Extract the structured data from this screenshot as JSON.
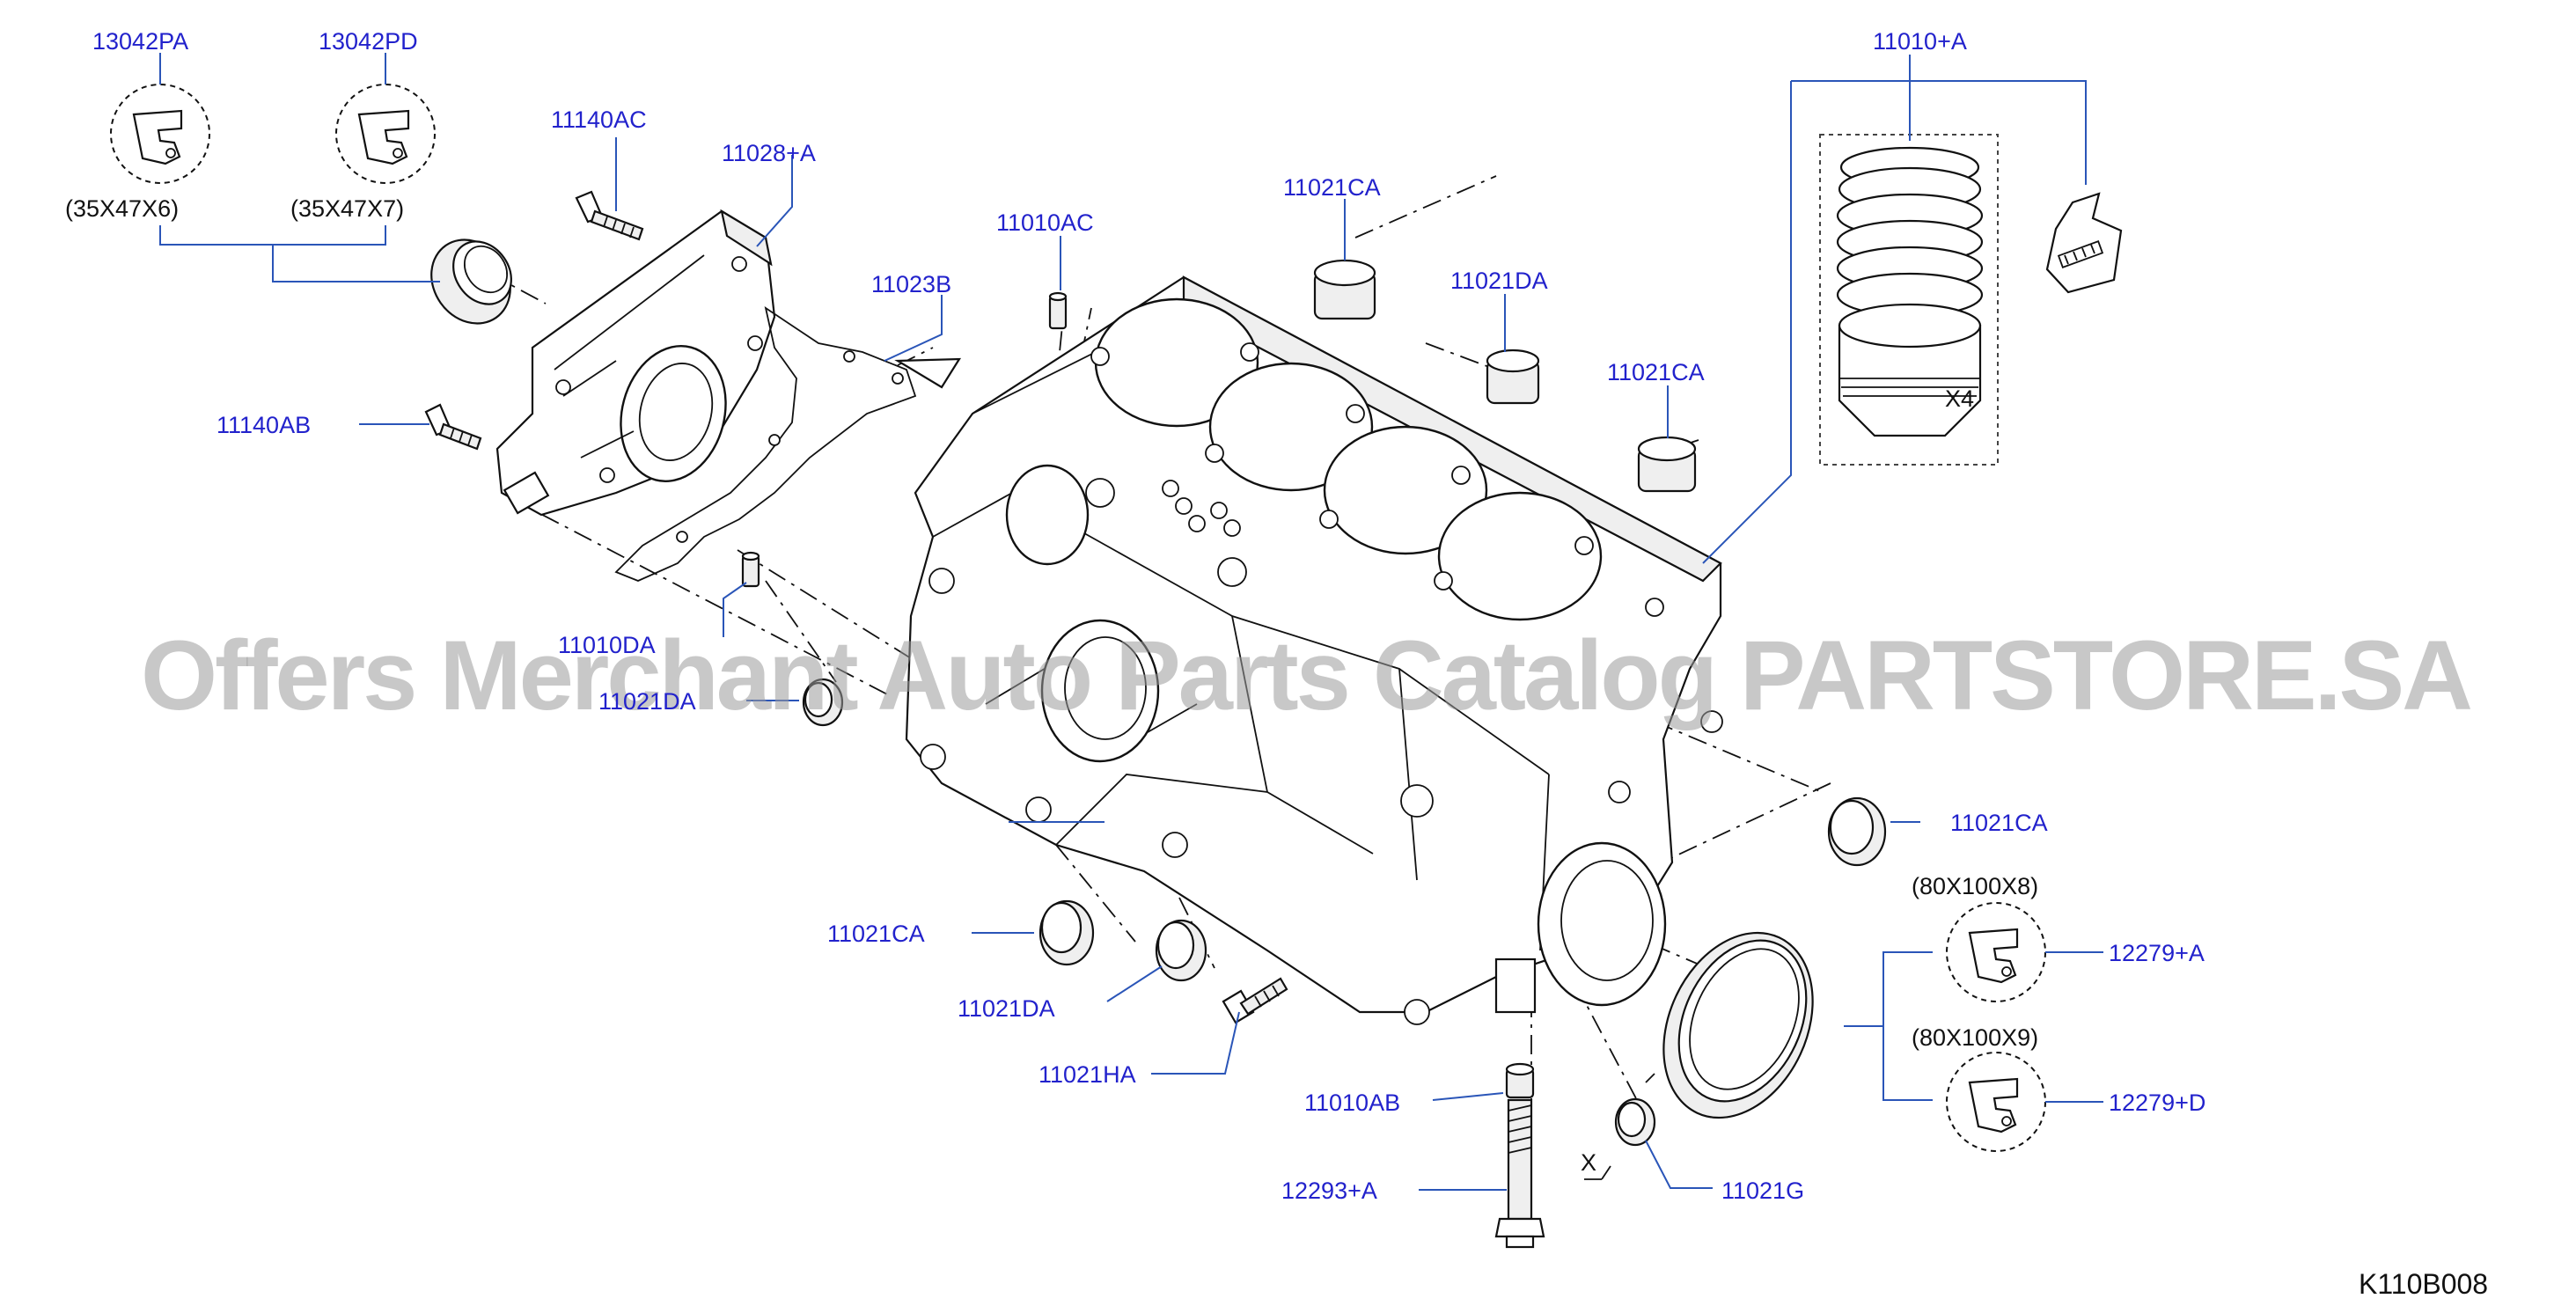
{
  "diagram_code": "K110B008",
  "watermark": "Offers Merchant Auto Parts Catalog PARTSTORE.SA",
  "part_labels": [
    "13042PA",
    "13042PD",
    "11140AC",
    "11028+A",
    "11023B",
    "11010AC",
    "11021CA",
    "11021DA",
    "11021CA",
    "11010+A",
    "11140AB",
    "11010DA",
    "11021DA",
    "11021CA",
    "11021CA",
    "11021DA",
    "11021HA",
    "11010AB",
    "12293+A",
    "11021G",
    "12279+A",
    "12279+D"
  ],
  "size_labels": [
    "(35X47X6)",
    "(35X47X7)",
    "(80X100X8)",
    "(80X100X9)"
  ],
  "quantity_label": "X4",
  "view_marker": "X",
  "colors": {
    "part_number": "#2222cc",
    "leader_line": "#2a55b8",
    "outline": "#111111",
    "watermark": "#9a9a9a"
  }
}
